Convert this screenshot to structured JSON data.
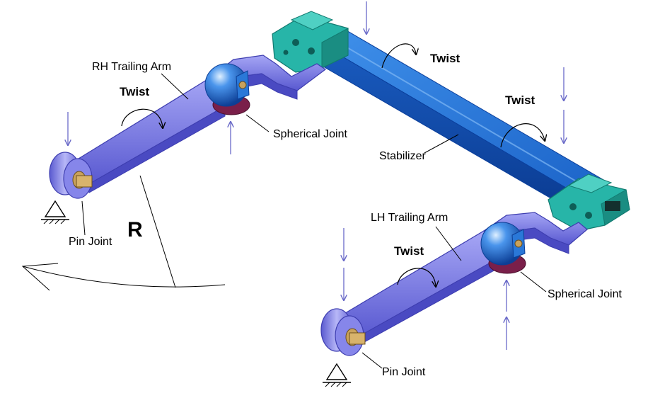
{
  "colors": {
    "arm_fill": "#6f6fe0",
    "arm_dark": "#3e3eb0",
    "arm_light": "#9a9af2",
    "stabilizer_fill": "#1e6fd6",
    "stabilizer_dark": "#0b3f9c",
    "stabilizer_light": "#3d8fe8",
    "bracket_fill": "#27b5a8",
    "bracket_dark": "#127a70",
    "ball_fill": "#2a78d8",
    "ball_highlight": "#bfe2ff",
    "socket_fill": "#7a1f4a",
    "pin_fill": "#c9a25c",
    "bushing_fill": "#7b7be6",
    "force_arrow": "#6a6ac8",
    "annotation_line": "#000000"
  },
  "labels": {
    "rh_trailing_arm": "RH Trailing Arm",
    "lh_trailing_arm": "LH Trailing Arm",
    "stabilizer": "Stabilizer",
    "spherical_joint_rh": "Spherical Joint",
    "spherical_joint_lh": "Spherical Joint",
    "pin_joint_rh": "Pin Joint",
    "pin_joint_lh": "Pin Joint",
    "twist_rh": "Twist",
    "twist_lh": "Twist",
    "twist_stabilizer_top": "Twist",
    "twist_stabilizer_right": "Twist",
    "radius": "R"
  },
  "icons": {
    "force_arrows": "thin-down-and-up-arrows",
    "twist_arrows": "curved-rotation-arrow",
    "ground_support": "triangle-ground-symbol"
  }
}
